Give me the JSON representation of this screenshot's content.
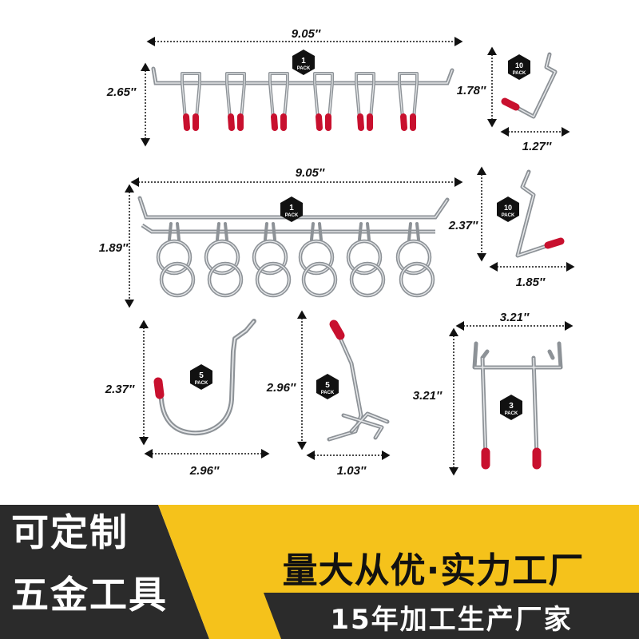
{
  "dimensions": {
    "bar_hook_width": "9.05″",
    "bar_hook_height": "2.65″",
    "small_hook_height": "1.78″",
    "small_hook_width": "1.27″",
    "ring_bar_width": "9.05″",
    "ring_bar_height": "1.89″",
    "angled_hook_height": "2.37″",
    "angled_hook_width": "1.85″",
    "j_hook_height": "2.37″",
    "j_hook_width": "2.96″",
    "straight_hook_height": "2.96″",
    "straight_hook_width": "1.03″",
    "double_hook_width": "3.21″",
    "double_hook_height": "3.21″"
  },
  "packs": [
    {
      "count": "1",
      "label": "PACK"
    },
    {
      "count": "10",
      "label": "PACK"
    },
    {
      "count": "1",
      "label": "PACK"
    },
    {
      "count": "10",
      "label": "PACK"
    },
    {
      "count": "5",
      "label": "PACK"
    },
    {
      "count": "5",
      "label": "PACK"
    },
    {
      "count": "3",
      "label": "PACK"
    }
  ],
  "banner": {
    "left_line1": "可定制",
    "left_line2": "五金工具",
    "right_line1": "量大从优·实力工厂",
    "right_line2": "15年加工生产厂家"
  },
  "colors": {
    "banner_dark": "#2b2b2b",
    "banner_yellow": "#f5c21b",
    "hook_tip_red": "#c8102e",
    "metal": "#b8bcc0"
  }
}
